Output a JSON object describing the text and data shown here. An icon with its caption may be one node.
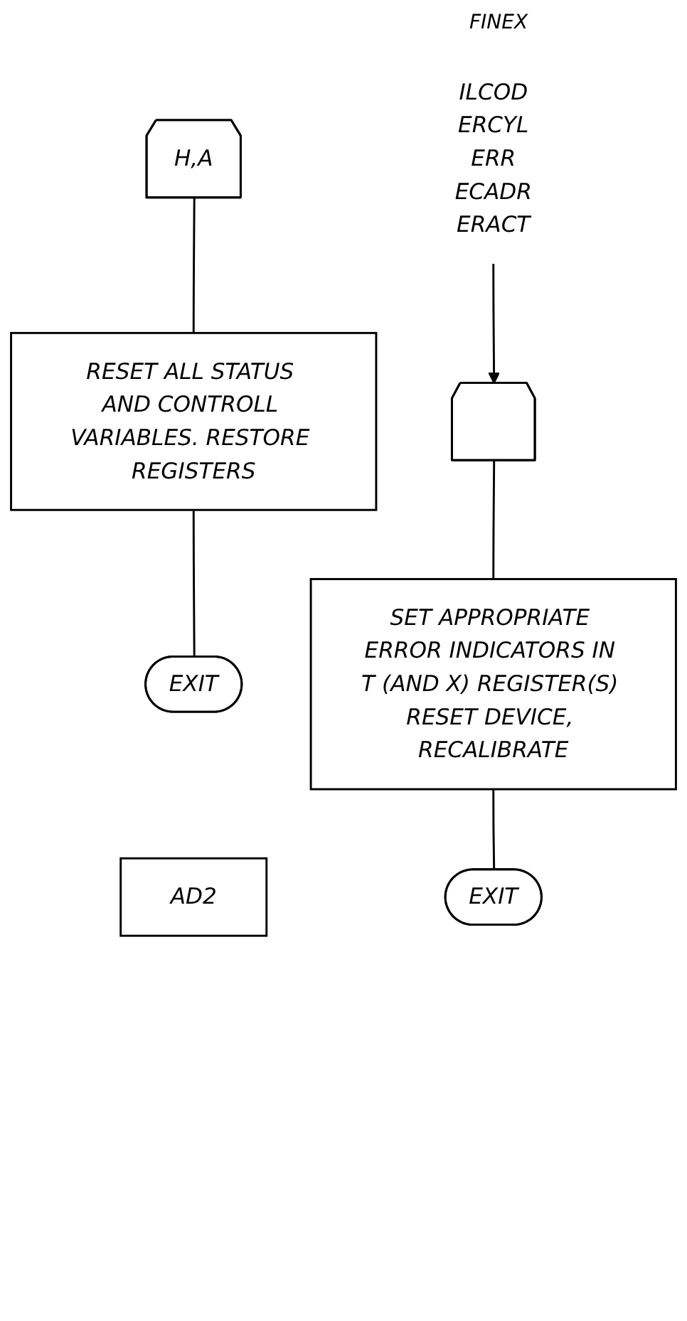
{
  "diagram": {
    "nodes": [
      {
        "text": [
          "H,A"
        ]
      },
      {
        "text": [
          "RESET ALL STATUS AND CONTROLL VARIABLES. RESTORE REGISTERS"
        ]
      },
      {
        "text": [
          "EXIT"
        ]
      },
      {
        "text": [
          "AD2"
        ]
      },
      {
        "text": [
          "ILCOD",
          "ERCYL",
          "ERR",
          "ECADR",
          "ERACT"
        ]
      },
      {
        "text": [],
        "shape": "pentagon"
      },
      {
        "text": [
          "SET APPROPRIATE ERROR INDICATORS IN T (AND X) REGISTER(S) RESET DEVICE, RECALIBRATE"
        ]
      },
      {
        "text": [
          "EXIT"
        ]
      }
    ],
    "edges": [
      {
        "from": 0,
        "to": 1,
        "arrow": "none"
      },
      {
        "from": 1,
        "to": 2,
        "arrow": "none"
      },
      {
        "from": 4,
        "to": 5,
        "arrow": "to"
      },
      {
        "from": 5,
        "to": 6,
        "arrow": "none"
      },
      {
        "from": 6,
        "to": 7,
        "arrow": "none"
      }
    ],
    "labels": [
      "FINEX"
    ]
  }
}
